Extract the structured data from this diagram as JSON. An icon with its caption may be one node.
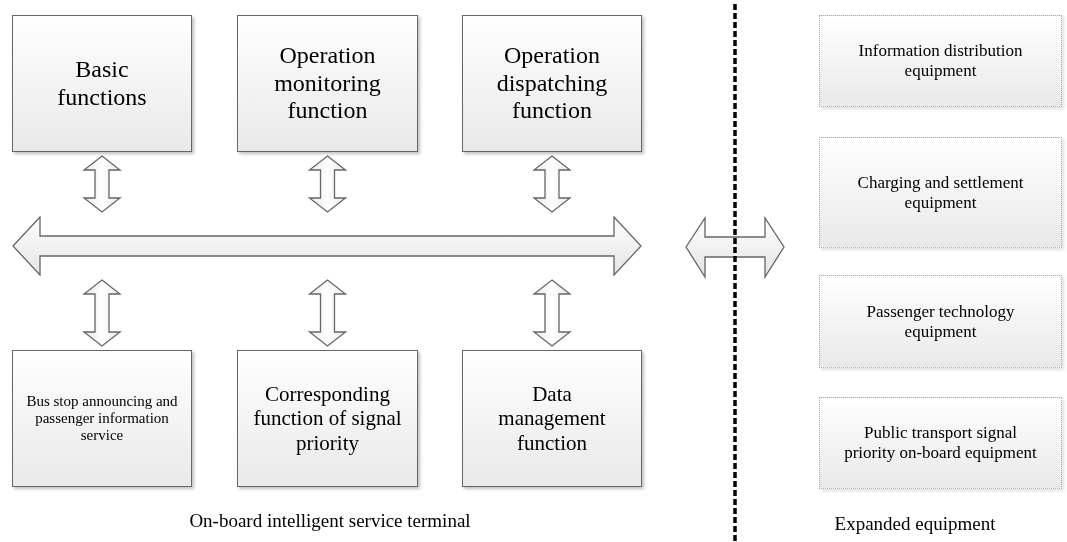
{
  "diagram": {
    "nodes": [
      {
        "text": [
          "Basic functions"
        ]
      },
      {
        "text": [
          "Operation monitoring function"
        ]
      },
      {
        "text": [
          "Operation dispatching function"
        ]
      },
      {
        "text": [
          "Bus stop announcing and passenger information service"
        ]
      },
      {
        "text": [
          "Corresponding function of signal priority"
        ]
      },
      {
        "text": [
          "Data management function"
        ]
      },
      {
        "text": [],
        "shape": "bar"
      },
      {
        "text": [
          "Information distribution equipment"
        ]
      },
      {
        "text": [
          "Charging and settlement equipment"
        ]
      },
      {
        "text": [
          "Passenger technology equipment"
        ]
      },
      {
        "text": [
          "Public transport signal priority on-board equipment"
        ]
      }
    ],
    "edges": [
      {
        "from": 0,
        "to": 6,
        "arrow": "both"
      },
      {
        "from": 1,
        "to": 6,
        "arrow": "both"
      },
      {
        "from": 2,
        "to": 6,
        "arrow": "both"
      },
      {
        "from": 6,
        "to": 3,
        "arrow": "both"
      },
      {
        "from": 6,
        "to": 4,
        "arrow": "both"
      },
      {
        "from": 6,
        "to": 5,
        "arrow": "both"
      }
    ],
    "labels": [
      "On-board intelligent service terminal",
      "Expanded equipment"
    ]
  }
}
